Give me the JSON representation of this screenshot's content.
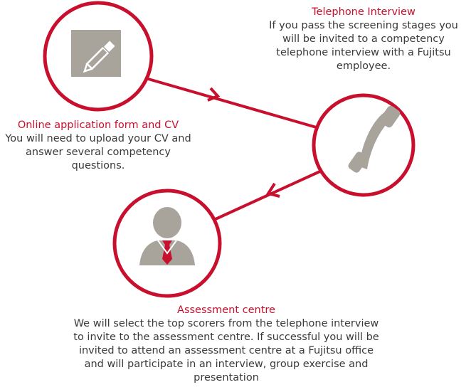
{
  "colors": {
    "accent": "#c8102e",
    "icon_gray": "#a8a49c",
    "text": "#3a3a3a"
  },
  "steps": [
    {
      "icon": "pencil-paper-icon",
      "title": "Online application form and CV",
      "description": "You will need to upload your CV and answer several competency questions."
    },
    {
      "icon": "telephone-icon",
      "title": "Telephone Interview",
      "description": "If you pass the screening stages you will be invited to a competency telephone interview with a Fujitsu employee."
    },
    {
      "icon": "person-icon",
      "title": "Assessment centre",
      "description": "We will select the top scorers from the telephone interview to invite to the assessment centre. If successful you will be invited to attend an assessment centre at a Fujitsu office and will participate in an interview, group exercise and presentation"
    }
  ]
}
